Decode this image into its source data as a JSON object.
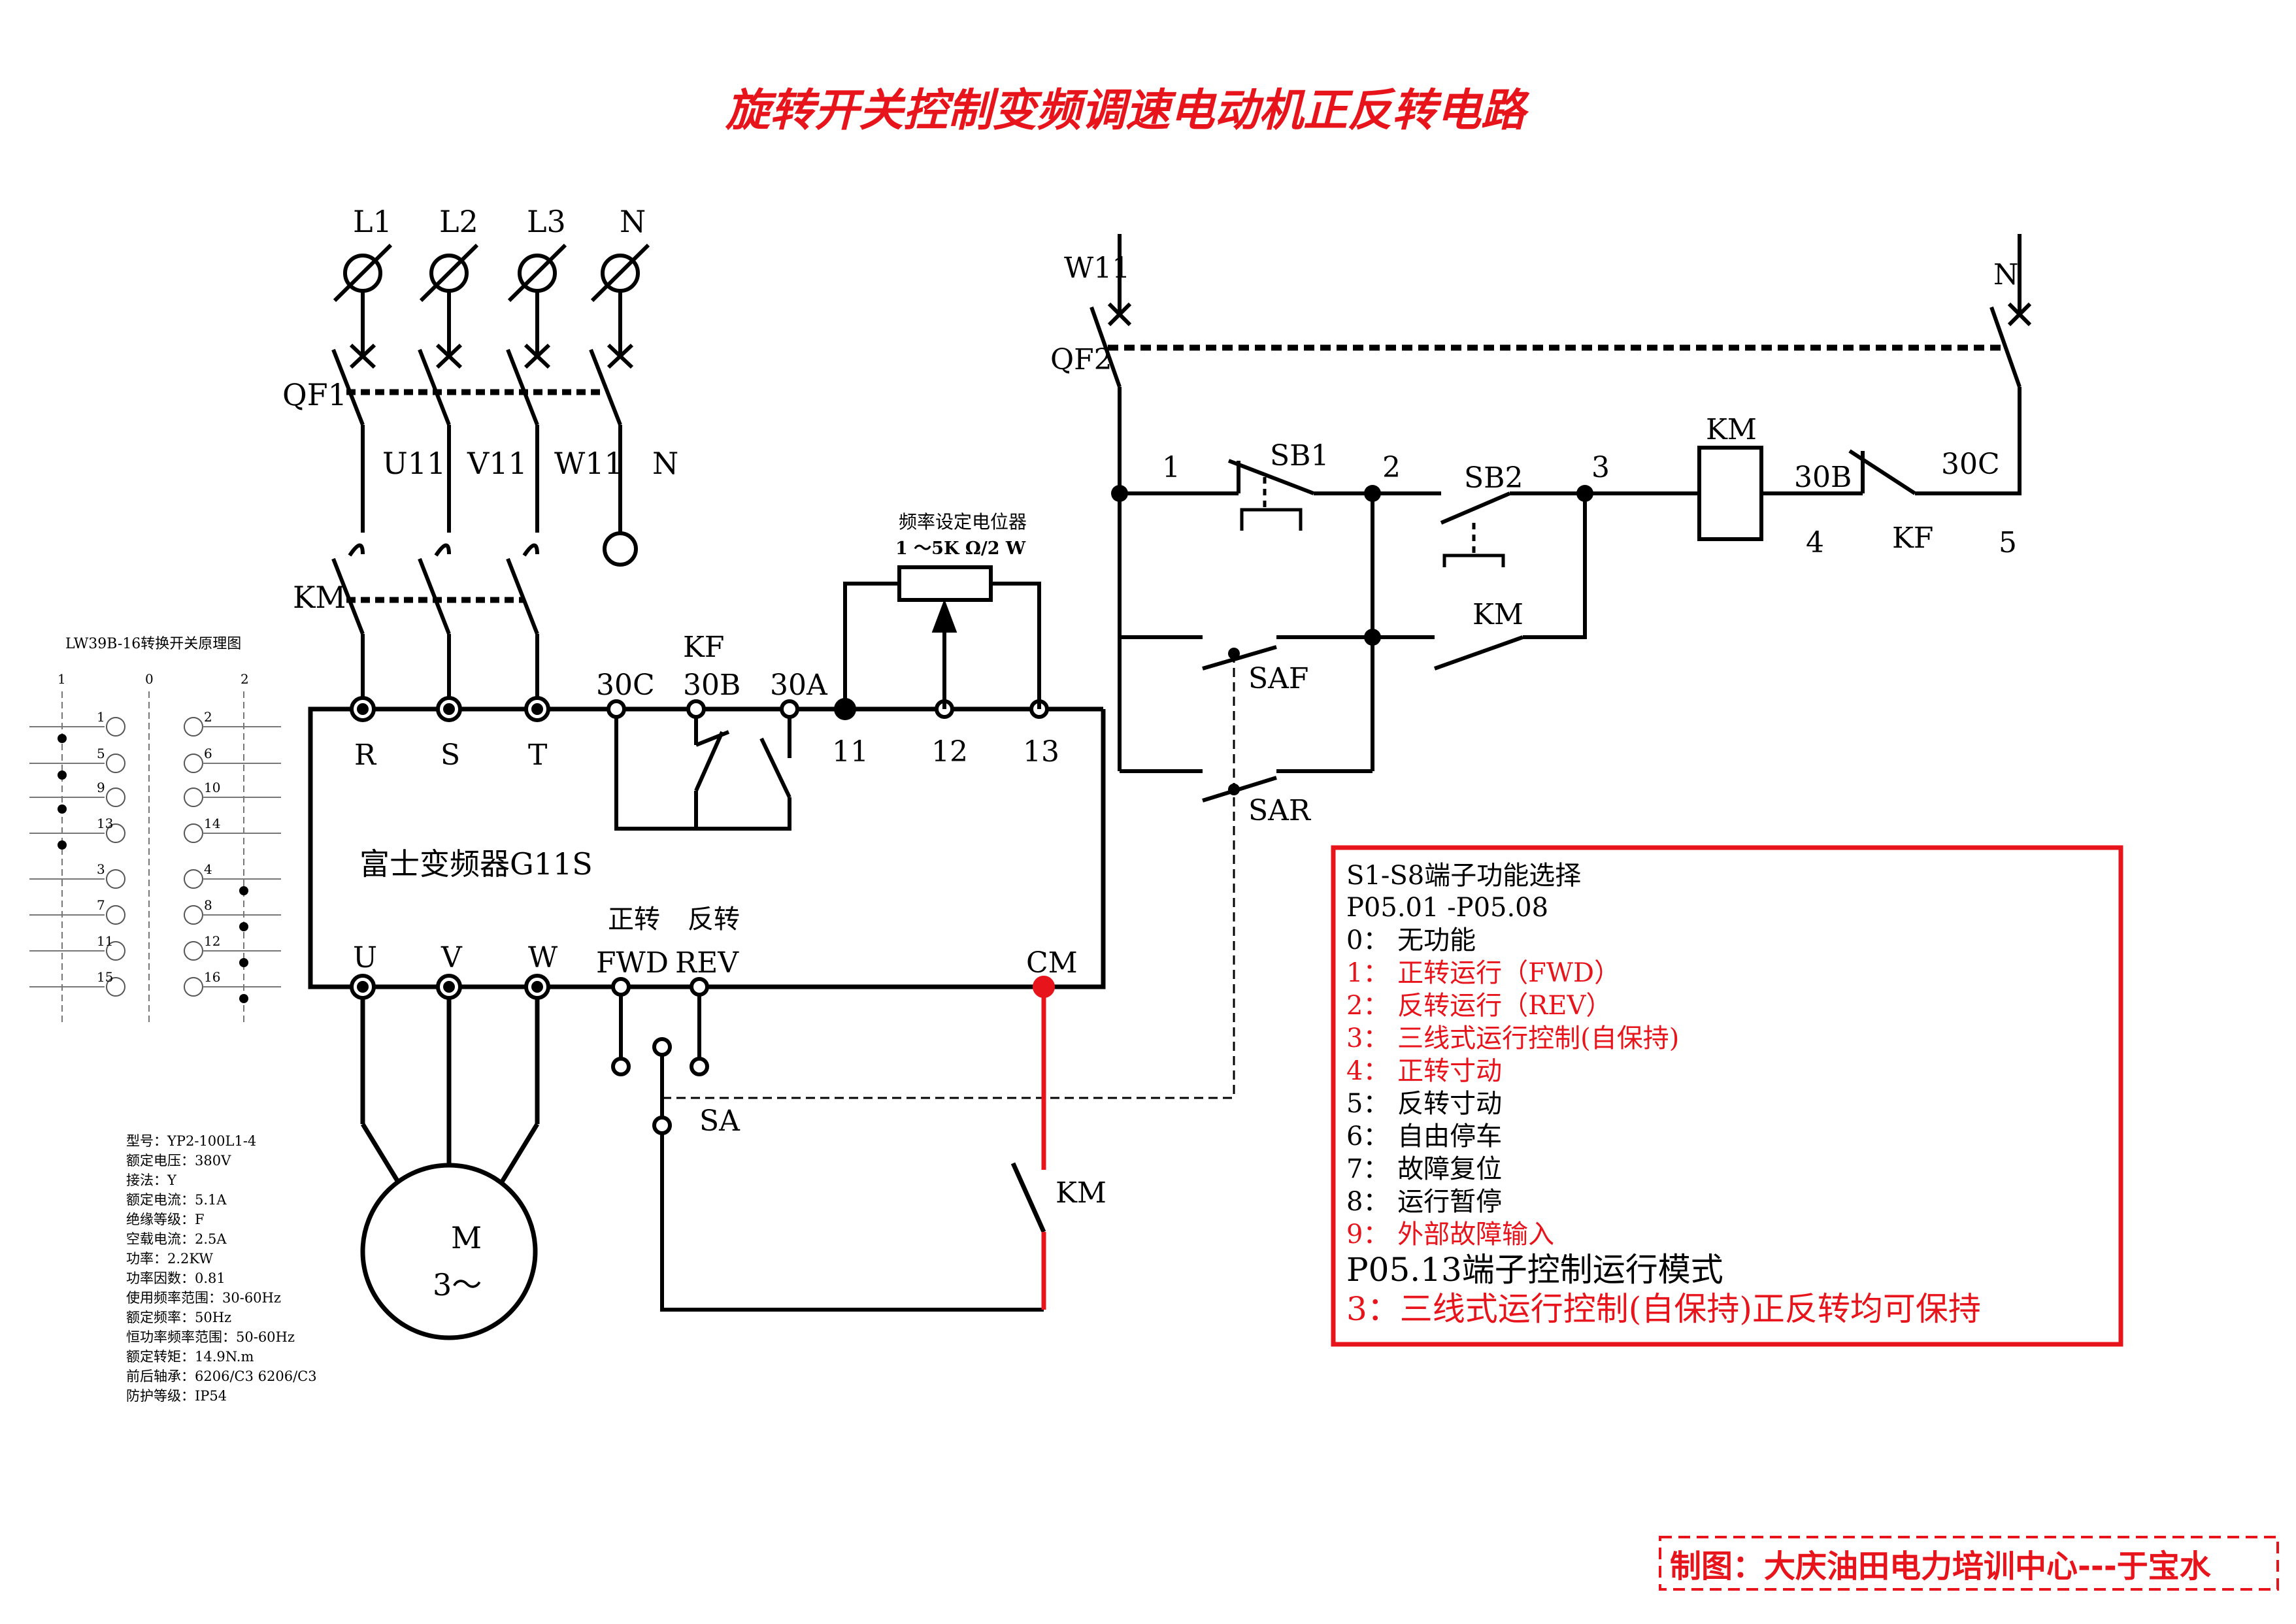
{
  "title": "旋转开关控制变频调速电动机正反转电路",
  "credit": "制图：大庆油田电力培训中心---于宝水",
  "colors": {
    "accent": "#e8141c",
    "line": "#000000"
  },
  "supply": {
    "phases": [
      "L1",
      "L2",
      "L3",
      "N"
    ],
    "breaker": "QF1",
    "outputs": [
      "U11",
      "V11",
      "W11",
      "N"
    ],
    "contactor": "KM"
  },
  "inverter": {
    "name": "富士变频器G11S",
    "input_terminals": [
      "R",
      "S",
      "T"
    ],
    "relay_terminals": [
      "30C",
      "30B",
      "30A"
    ],
    "relay_name": "KF",
    "analog_terminals": [
      "11",
      "12",
      "13"
    ],
    "pot_title": "频率设定电位器",
    "pot_rating": "1 ～5K Ω/2 W",
    "output_terminals": [
      "U",
      "V",
      "W"
    ],
    "control_terminals": [
      "FWD",
      "REV",
      "CM"
    ],
    "control_labels": [
      "正转",
      "反转"
    ],
    "selector": "SA",
    "km_contact": "KM"
  },
  "motor": {
    "symbol": "M",
    "phase": "3～"
  },
  "motor_specs": [
    "型号：YP2-100L1-4",
    "额定电压：380V",
    "接法：Y",
    "额定电流：5.1A",
    "绝缘等级：F",
    "空载电流：2.5A",
    "功率：2.2KW",
    "功率因数：0.81",
    "使用频率范围：30-60Hz",
    "额定频率：50Hz",
    "恒功率频率范围：50-60Hz",
    "额定转矩：14.9N.m",
    "前后轴承：6206/C3 6206/C3",
    "防护等级：IP54"
  ],
  "switch_diagram": {
    "title": "LW39B-16转换开关原理图",
    "positions": [
      "1",
      "0",
      "2"
    ],
    "left_contacts": [
      "1",
      "5",
      "9",
      "13",
      "3",
      "7",
      "11",
      "15"
    ],
    "right_contacts": [
      "2",
      "6",
      "10",
      "14",
      "4",
      "8",
      "12",
      "16"
    ]
  },
  "control_circuit": {
    "phase": "W11",
    "neutral": "N",
    "breaker": "QF2",
    "nodes": [
      "1",
      "2",
      "3",
      "4",
      "5"
    ],
    "stop_button": "SB1",
    "start_button": "SB2",
    "coil": "KM",
    "hold_contact": "KM",
    "relay_30b": "30B",
    "relay_30c": "30C",
    "relay_name": "KF",
    "saf": "SAF",
    "sar": "SAR"
  },
  "function_box": {
    "heading": "S1-S8端子功能选择",
    "params": "P05.01 -P05.08",
    "items": [
      {
        "text": "0：  无功能",
        "red": false
      },
      {
        "text": "1：  正转运行（FWD）",
        "red": true
      },
      {
        "text": "2：  反转运行（REV）",
        "red": true
      },
      {
        "text": "3：  三线式运行控制(自保持)",
        "red": true
      },
      {
        "text": "4：  正转寸动",
        "red": true
      },
      {
        "text": "5：  反转寸动",
        "red": false
      },
      {
        "text": "6：  自由停车",
        "red": false
      },
      {
        "text": "7：  故障复位",
        "red": false
      },
      {
        "text": "8：  运行暂停",
        "red": false
      },
      {
        "text": "9：  外部故障输入",
        "red": true
      }
    ],
    "mode_title": "P05.13端子控制运行模式",
    "mode_value": "3：三线式运行控制(自保持)正反转均可保持"
  }
}
